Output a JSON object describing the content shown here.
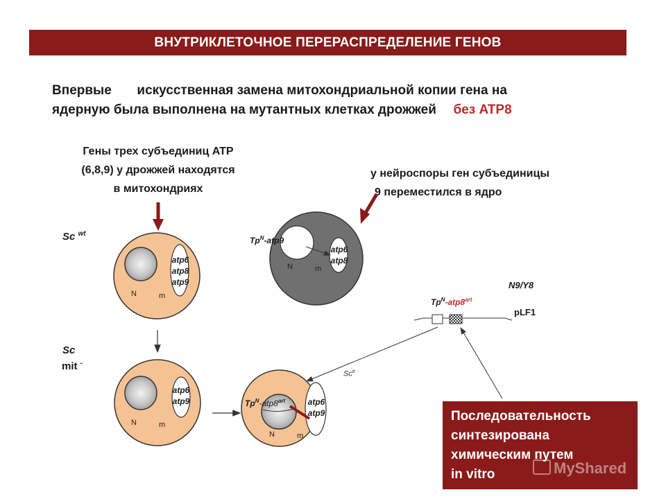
{
  "title": "ВНУТРИКЛЕТОЧНОЕ ПЕРЕРАСПРЕДЕЛЕНИЕ ГЕНОВ",
  "intro": {
    "line1_a": "Впервые",
    "line1_b": "искусственная замена митохондриальной копии гена на",
    "line2": "ядерную была выполнена на мутантных клетках дрожжей",
    "line2_red": "без ATP8"
  },
  "note_left": {
    "line1": "Гены трех субъединиц ATP",
    "line2": "(6,8,9) у дрожжей находятся",
    "line3": "в митохондриях"
  },
  "note_right": {
    "line1": "у нейроспоры ген  субъединицы",
    "line2": "9 переместился в ядро"
  },
  "cells": {
    "sc_wt": {
      "name": "Sc",
      "sup": "wt",
      "genes": [
        "atp6",
        "atp8",
        "atp9"
      ],
      "n": "N",
      "m": "m"
    },
    "sc_mit": {
      "name_a": "Sc",
      "name_b": "mit",
      "sup": "-",
      "genes": [
        "atp6",
        "atp9"
      ],
      "n": "N",
      "m": "m"
    },
    "neurospora": {
      "tp_label": "Tp",
      "tp_sup": "N",
      "tp_gene": "-atp9",
      "genes": [
        "atp6",
        "atp8"
      ],
      "n": "N",
      "m": "m"
    },
    "sc_tr": {
      "tp_label": "Tp",
      "tp_sup": "N",
      "tp_gene": "-atp8",
      "tp_gene_sup": "art",
      "genes": [
        "atp6",
        "atp9"
      ],
      "n": "N",
      "m": "m"
    }
  },
  "sc_tr_label": {
    "text": "Sc",
    "sup": "tr"
  },
  "plasmid": {
    "strain": "N9/Y8",
    "tp_label": "Tp",
    "tp_sup": "N",
    "tp_gene": "-atp8",
    "tp_gene_sup": "art",
    "name": "pLF1"
  },
  "callout": {
    "line1": "Последовательность",
    "line2": "синтезирована",
    "line3": "химическим путем",
    "line4": "in vitro"
  },
  "watermark": "MyShared",
  "colors": {
    "title_bg": "#8b1a1a",
    "cell_fill": "#f5c393",
    "neurospora_fill": "#707070",
    "red_text": "#c0282d",
    "arrow_red": "#8b1a1a"
  }
}
